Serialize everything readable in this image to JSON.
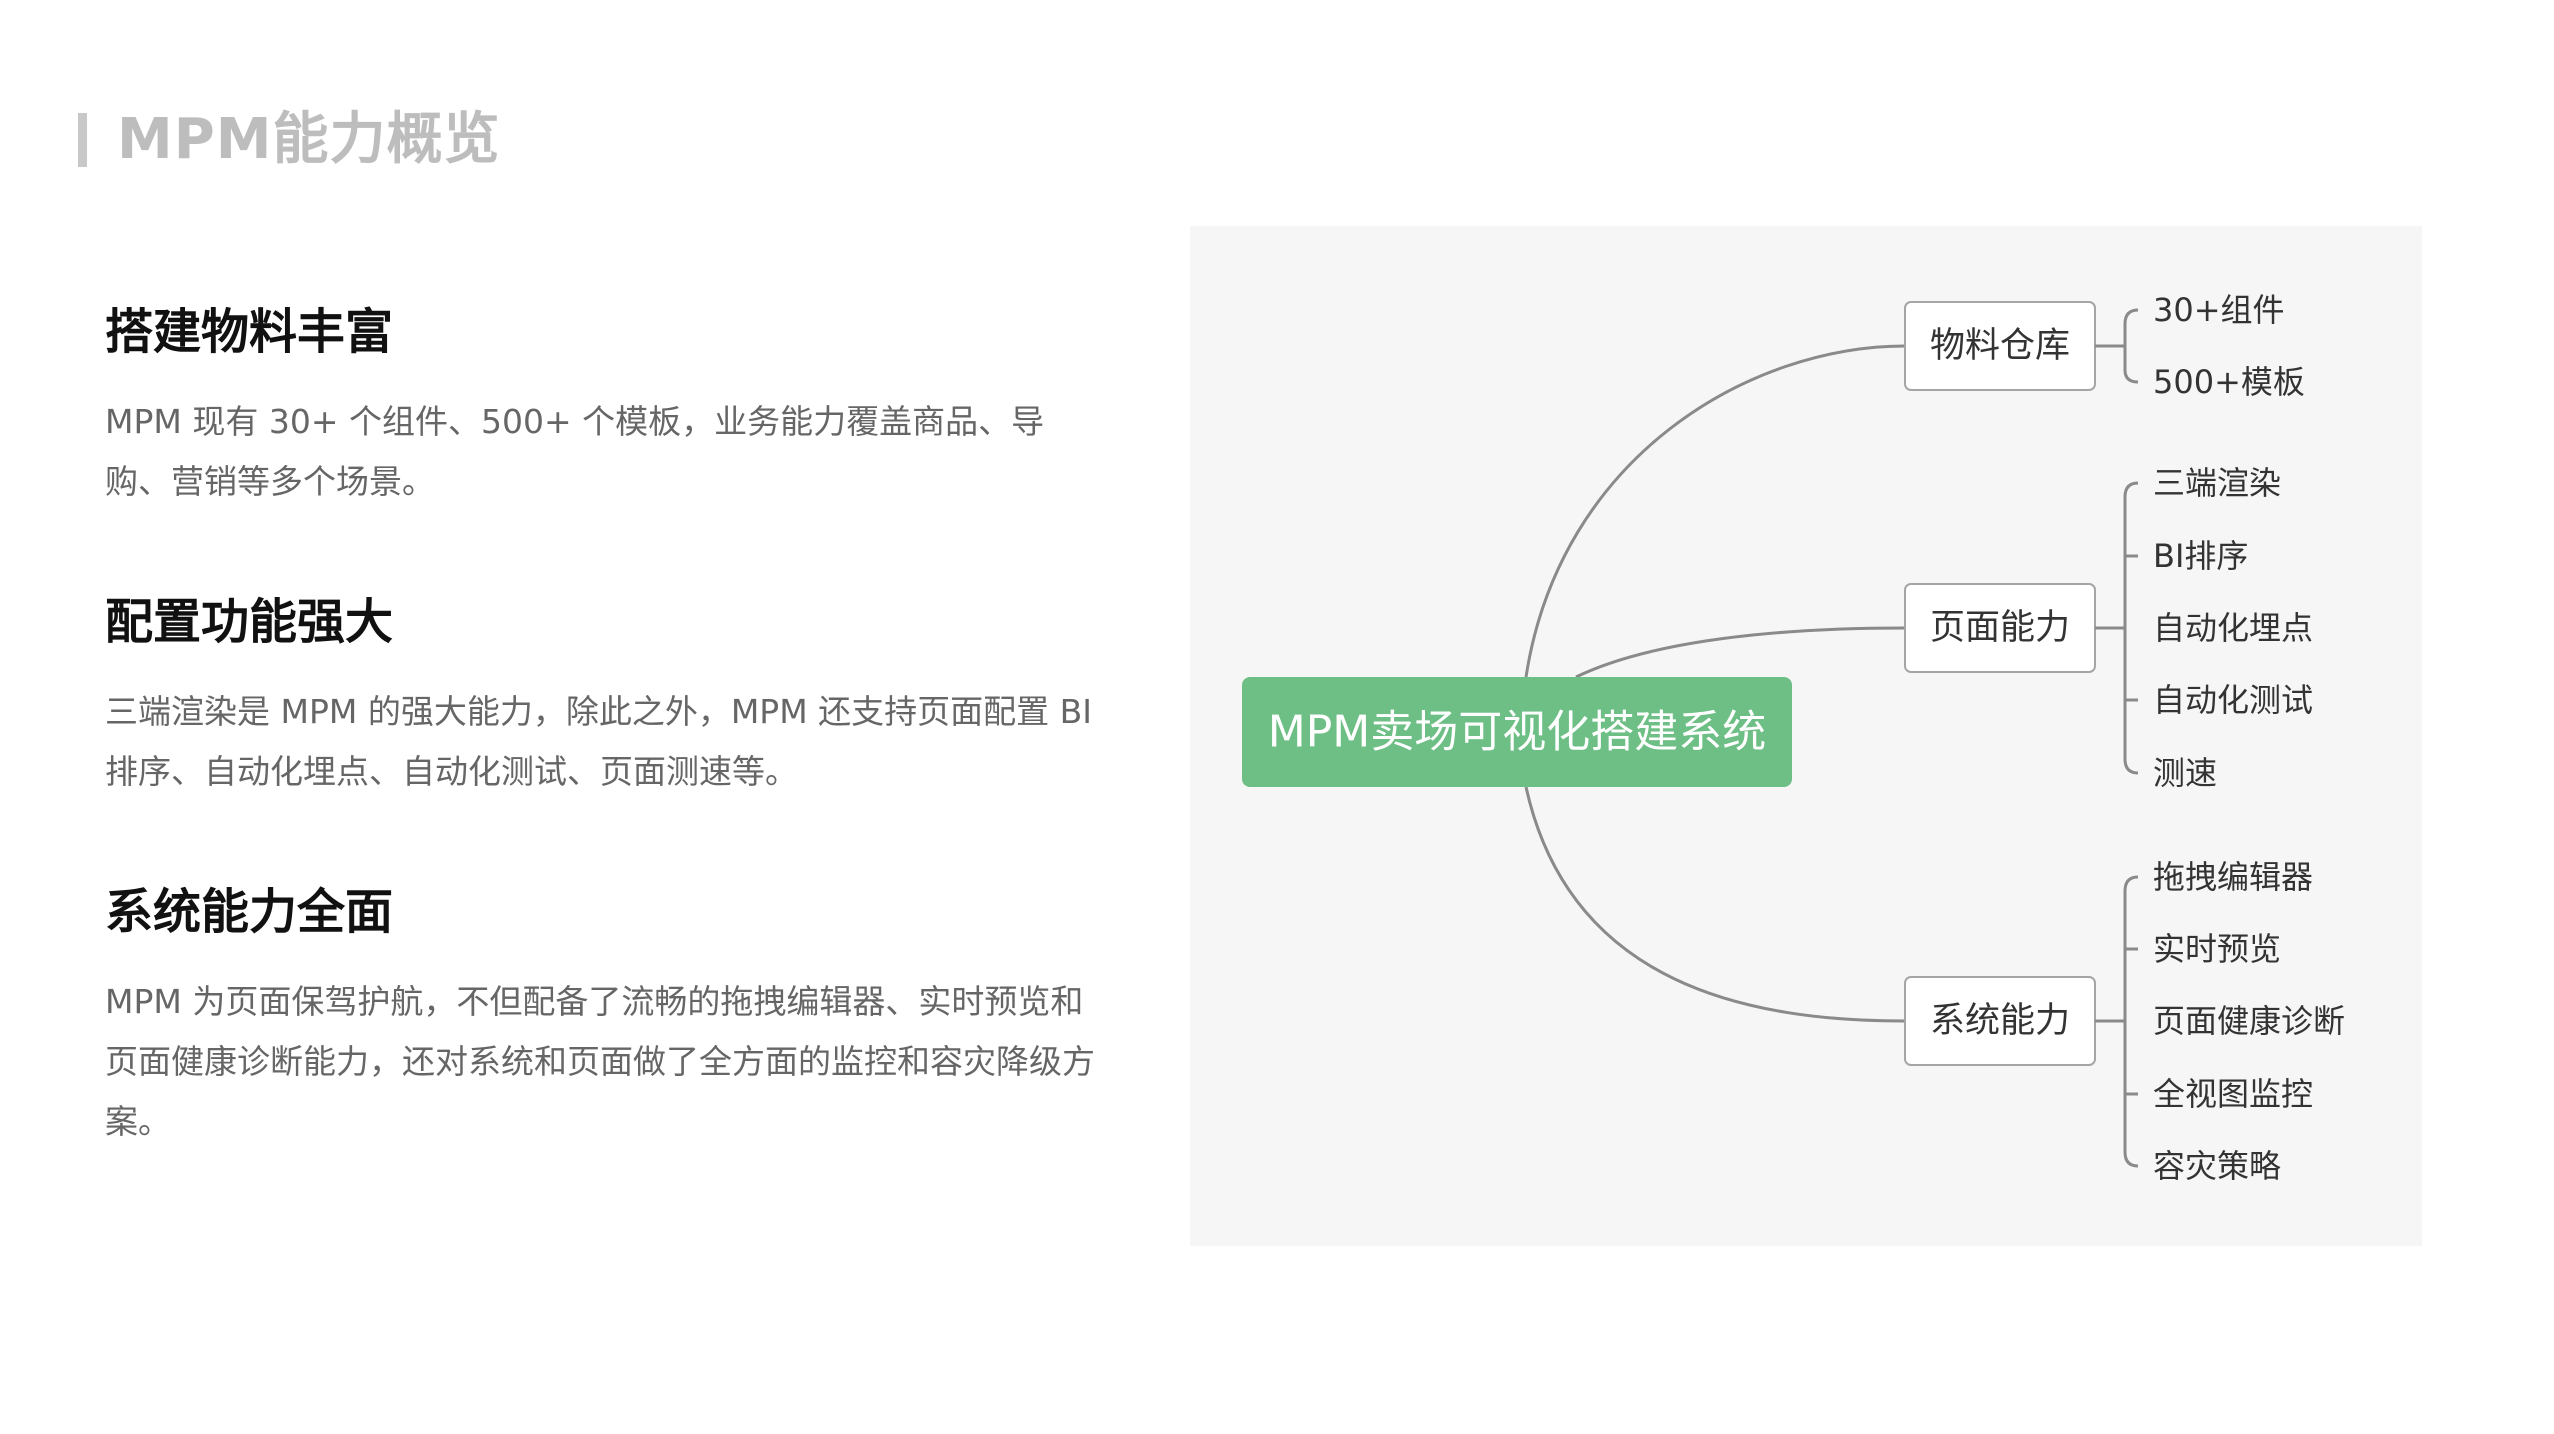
{
  "page": {
    "title": "MPM能力概览"
  },
  "sections": [
    {
      "heading": "搭建物料丰富",
      "body": "MPM 现有 30+ 个组件、500+ 个模板，业务能力覆盖商品、导购、营销等多个场景。"
    },
    {
      "heading": "配置功能强大",
      "body": "三端渲染是 MPM 的强大能力，除此之外，MPM 还支持页面配置 BI 排序、自动化埋点、自动化测试、页面测速等。"
    },
    {
      "heading": "系统能力全面",
      "body": "MPM 为页面保驾护航，不但配备了流畅的拖拽编辑器、实时预览和页面健康诊断能力，还对系统和页面做了全方面的监控和容灾降级方案。"
    }
  ],
  "mindmap": {
    "root": "MPM卖场可视化搭建系统",
    "root_color": "#6dbf85",
    "branches": [
      {
        "label": "物料仓库",
        "children": [
          "30+组件",
          "500+模板"
        ]
      },
      {
        "label": "页面能力",
        "children": [
          "三端渲染",
          "BI排序",
          "自动化埋点",
          "自动化测试",
          "测速"
        ]
      },
      {
        "label": "系统能力",
        "children": [
          "拖拽编辑器",
          "实时预览",
          "页面健康诊断",
          "全视图监控",
          "容灾策略"
        ]
      }
    ]
  }
}
